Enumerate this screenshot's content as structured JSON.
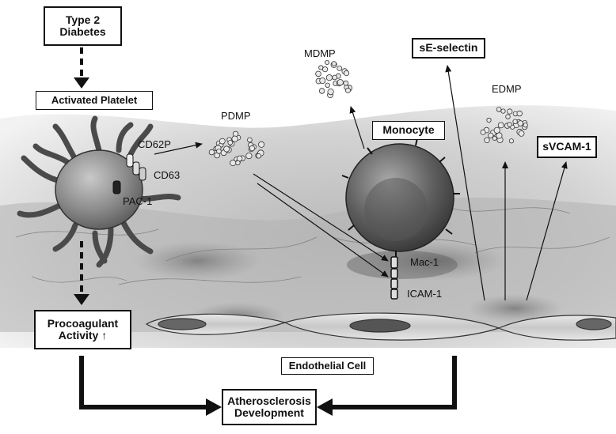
{
  "diagram": {
    "type_2_diabetes": "Type 2\nDiabetes",
    "activated_platelet": "Activated Platelet",
    "procoagulant_activity": "Procoagulant\nActivity ↑",
    "atherosclerosis": "Atherosclerosis\nDevelopment",
    "endothelial_cell": "Endothelial Cell",
    "monocyte": "Monocyte",
    "se_selectin": "sE-selectin",
    "svcam1": "sVCAM-1",
    "pdmp": "PDMP",
    "mdmp": "MDMP",
    "edmp": "EDMP",
    "cd62p": "CD62P",
    "cd63": "CD63",
    "pac1": "PAC-1",
    "mac1": "Mac-1",
    "icam1": "ICAM-1"
  }
}
